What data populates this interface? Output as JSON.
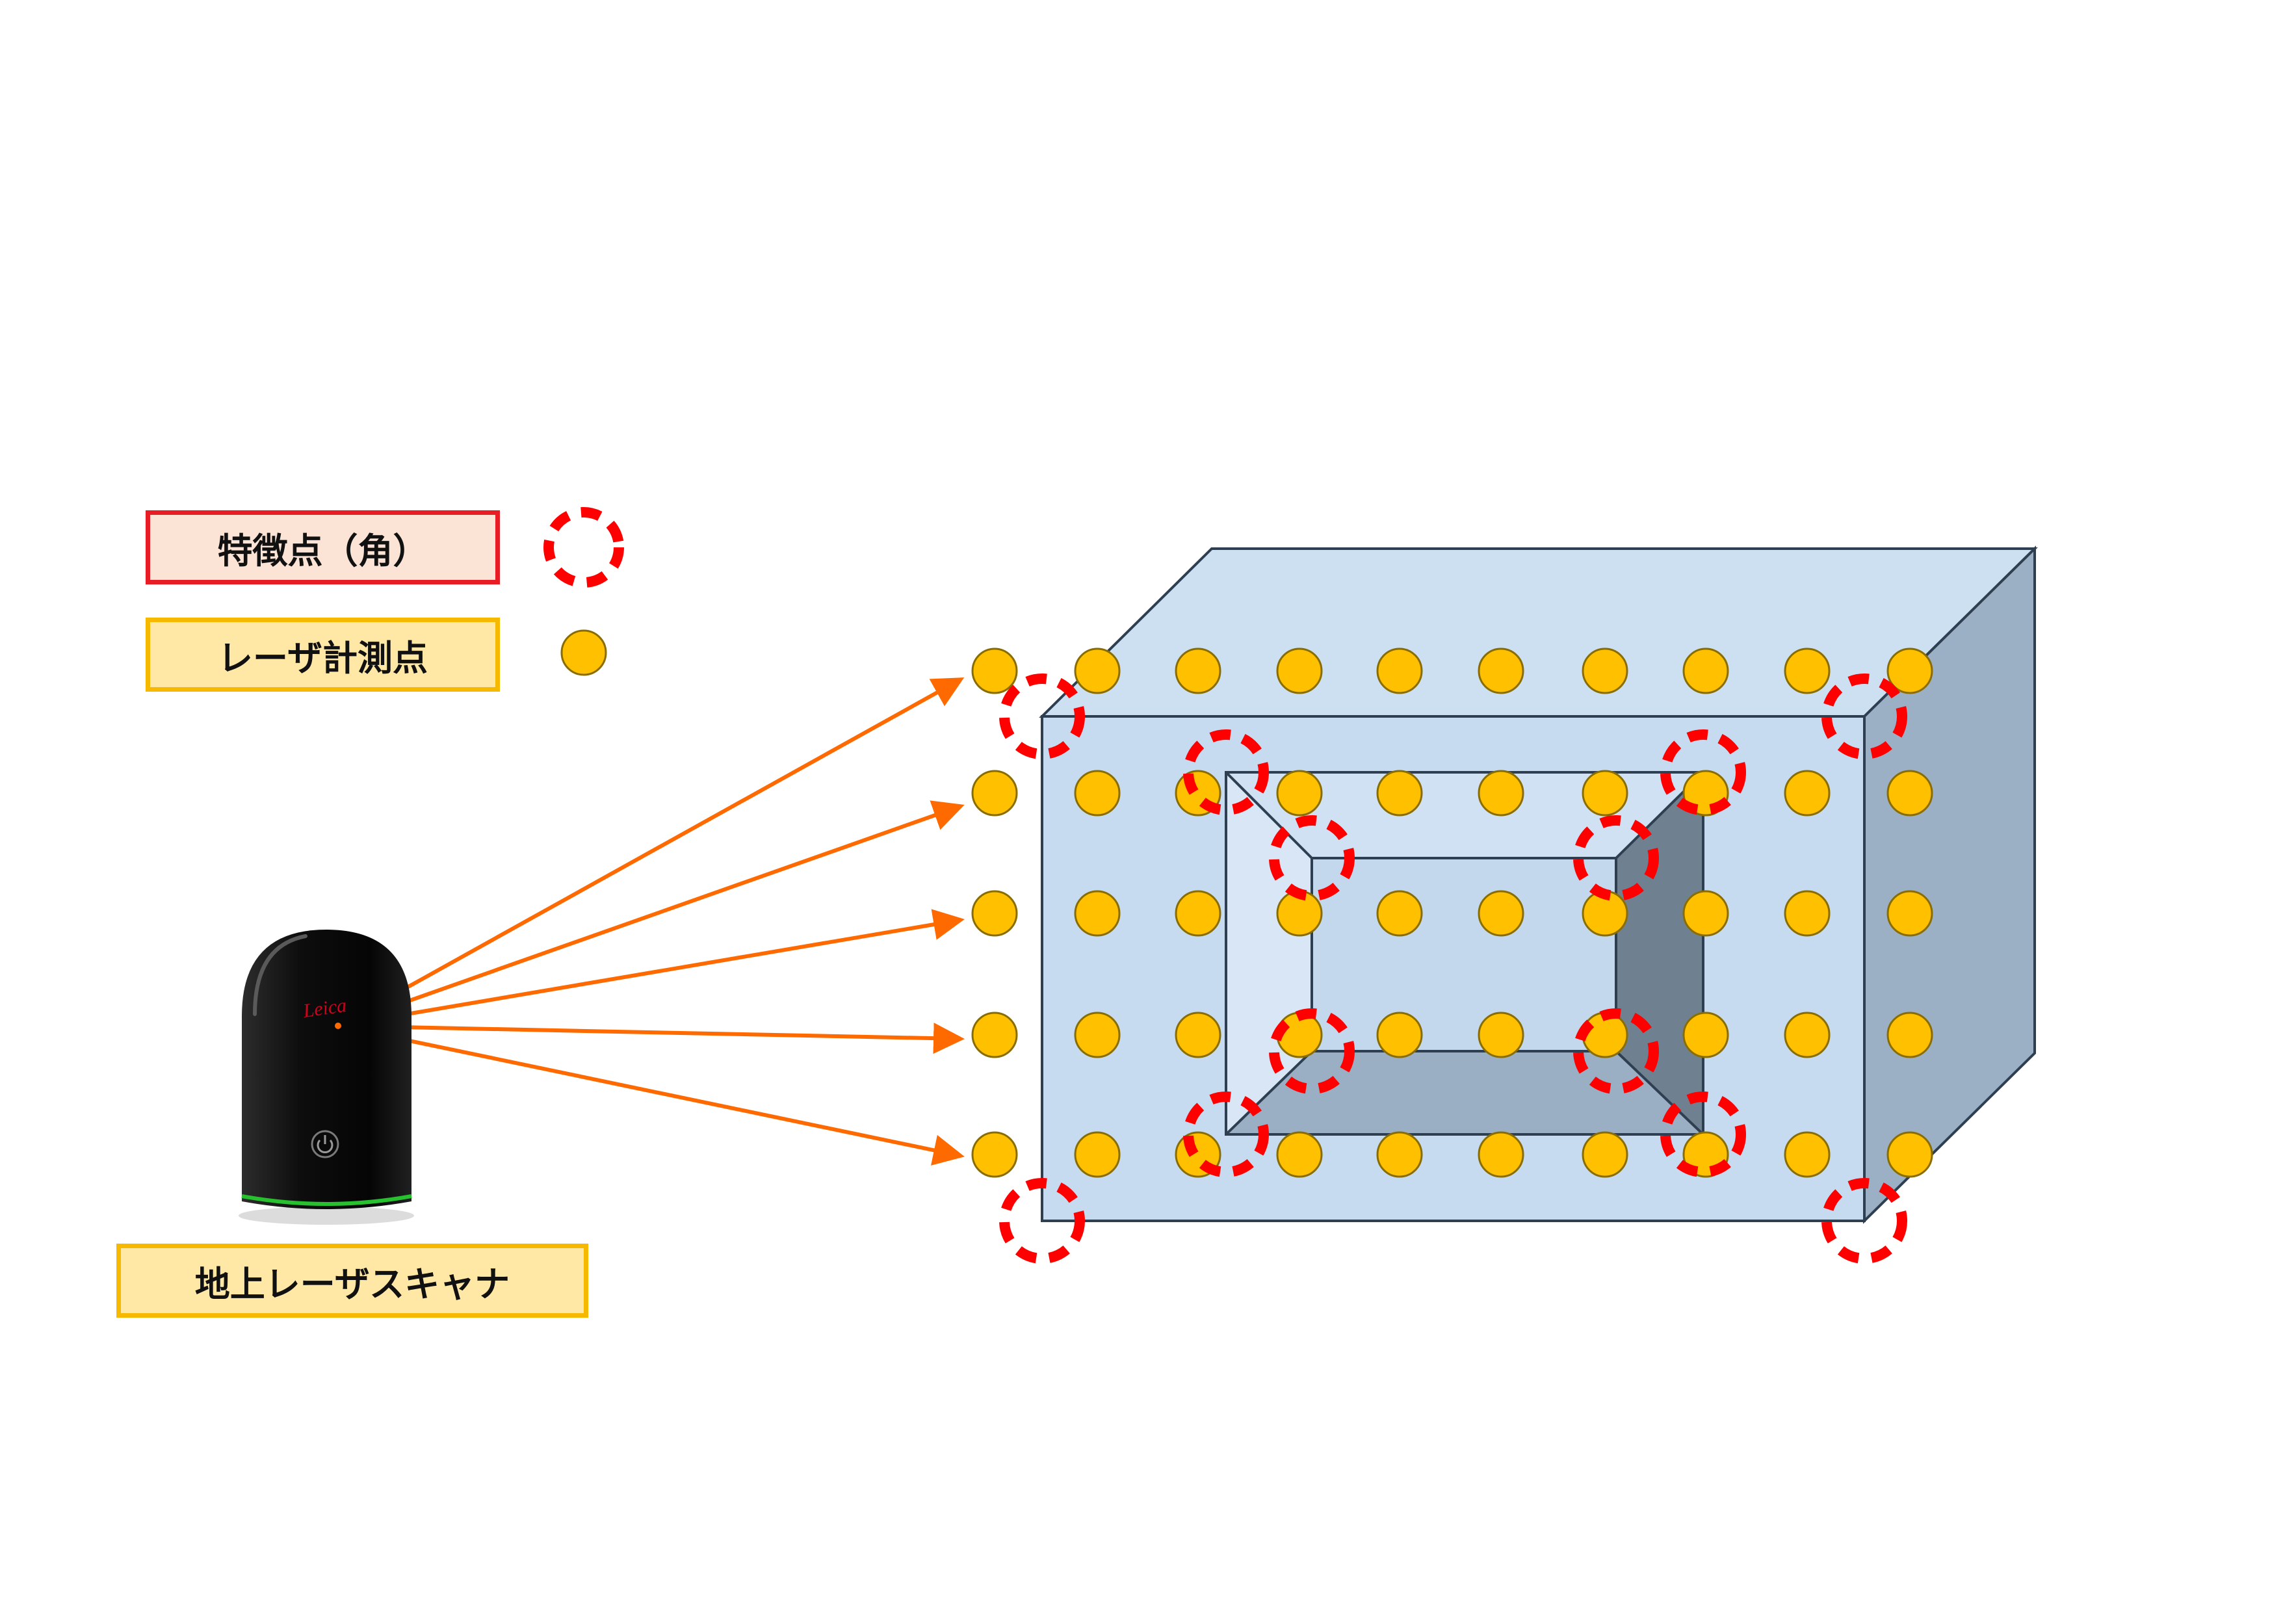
{
  "legend": {
    "feature_point_label": "特徴点（角）",
    "laser_point_label": "レーザ計測点"
  },
  "scanner": {
    "label": "地上レーザスキャナ",
    "brand": "Leica"
  },
  "colors": {
    "feature_border": "#e81c24",
    "feature_fill": "#fbe4d6",
    "laser_border": "#f7b800",
    "laser_fill": "#ffe8a6",
    "point_fill": "#ffc000",
    "point_stroke": "#8a6d00",
    "marker_red": "#ff0000",
    "beam": "#ff6a00",
    "box_front": "#c6dbef",
    "box_top": "#cde0f2",
    "box_side": "#9bb0c4",
    "niche_dark": "#6f8090",
    "niche_left": "#d8e6f5",
    "niche_bottom": "#9aaec4",
    "scanner_body": "#121212",
    "scanner_ring": "#27c02f"
  }
}
